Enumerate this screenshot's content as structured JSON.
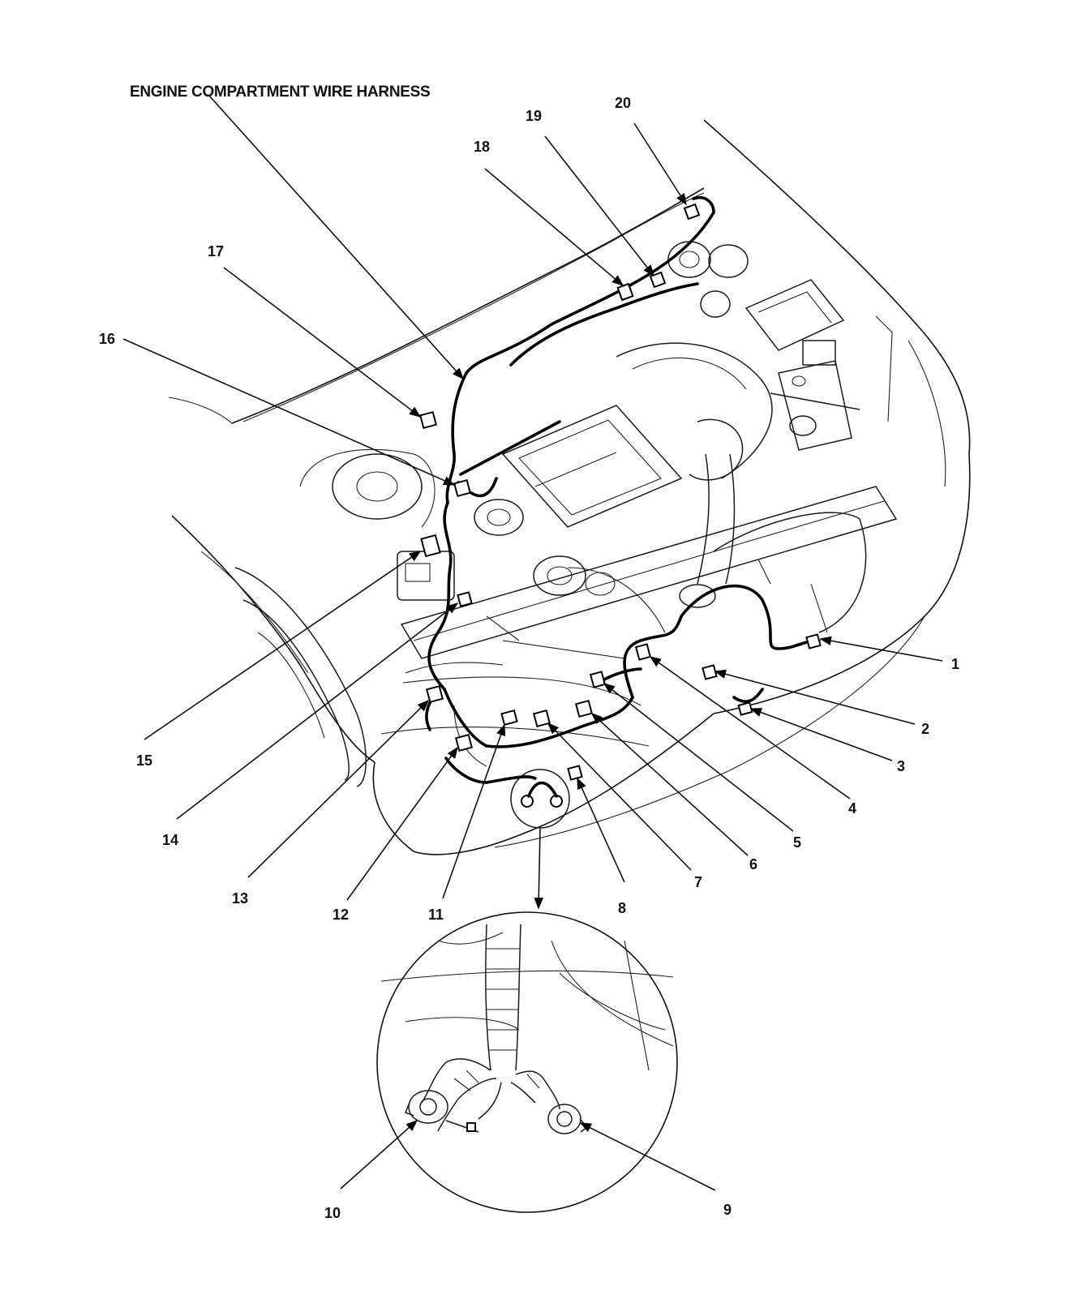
{
  "title": "ENGINE COMPARTMENT WIRE HARNESS",
  "callouts": [
    {
      "id": "c1",
      "label": "1"
    },
    {
      "id": "c2",
      "label": "2"
    },
    {
      "id": "c3",
      "label": "3"
    },
    {
      "id": "c4",
      "label": "4"
    },
    {
      "id": "c5",
      "label": "5"
    },
    {
      "id": "c6",
      "label": "6"
    },
    {
      "id": "c7",
      "label": "7"
    },
    {
      "id": "c8",
      "label": "8"
    },
    {
      "id": "c9",
      "label": "9"
    },
    {
      "id": "c10",
      "label": "10"
    },
    {
      "id": "c11",
      "label": "11"
    },
    {
      "id": "c12",
      "label": "12"
    },
    {
      "id": "c13",
      "label": "13"
    },
    {
      "id": "c14",
      "label": "14"
    },
    {
      "id": "c15",
      "label": "15"
    },
    {
      "id": "c16",
      "label": "16"
    },
    {
      "id": "c17",
      "label": "17"
    },
    {
      "id": "c18",
      "label": "18"
    },
    {
      "id": "c19",
      "label": "19"
    },
    {
      "id": "c20",
      "label": "20"
    }
  ],
  "colors": {
    "ink": "#000000",
    "paper": "#ffffff"
  }
}
